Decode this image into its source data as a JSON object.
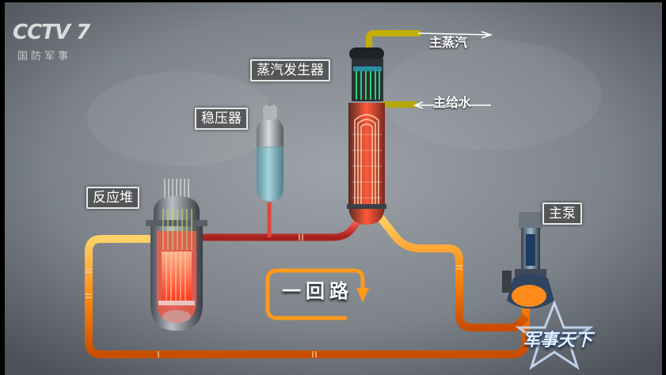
{
  "broadcast": {
    "channel_logo": "CCTV 7",
    "channel_subtitle": "国防军事",
    "program_logo": "军事天下"
  },
  "labels": {
    "main_steam": "主蒸汽",
    "steam_generator": "蒸汽发生器",
    "main_feedwater": "主给水",
    "pressurizer": "稳压器",
    "reactor": "反应堆",
    "main_pump": "主泵",
    "primary_loop": "一回路"
  },
  "colors": {
    "hot_pipe": "#ff8c1a",
    "warm_pipe": "#e94a3f",
    "steam_pipe": "#c9b400",
    "pressurizer_water": "#8fc3cf",
    "background": "#8a8f95"
  }
}
